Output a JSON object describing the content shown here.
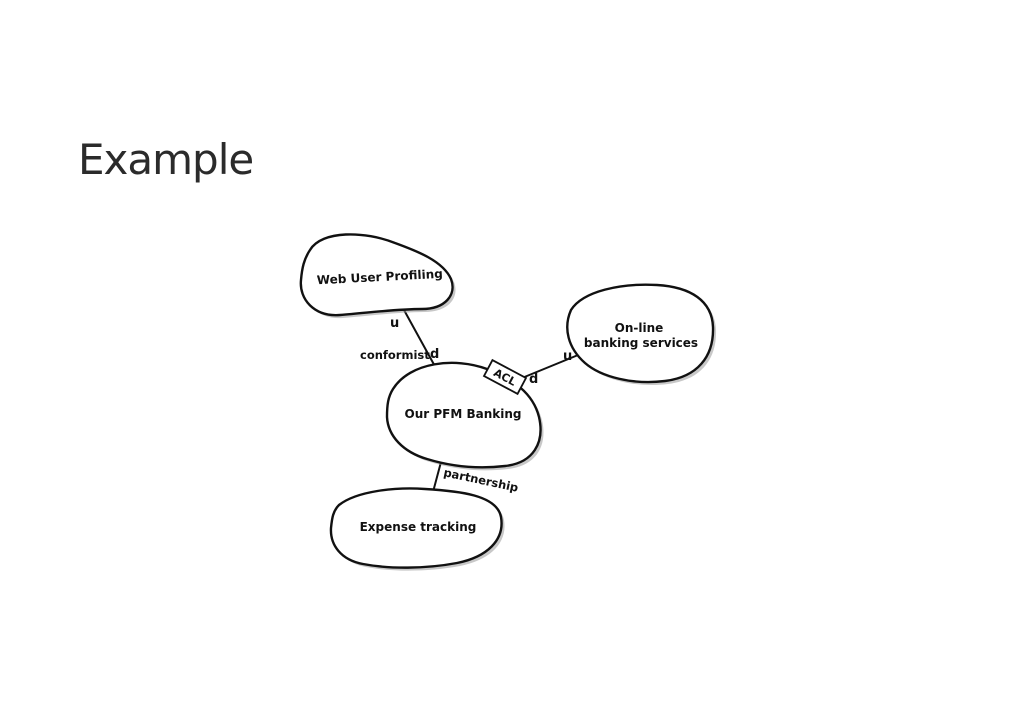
{
  "slide": {
    "title": "Example"
  },
  "diagram": {
    "contexts": {
      "web_user_profiling": "Web User Profiling",
      "online_banking_line1": "On-line",
      "online_banking_line2": "banking services",
      "pfm_banking": "Our PFM Banking",
      "expense_tracking": "Expense tracking"
    },
    "relationships": {
      "conformist": "conformist",
      "partnership": "partnership",
      "acl": "ACL",
      "upstream_profiling": "u",
      "downstream_profiling": "d",
      "upstream_online": "u",
      "downstream_online": "d"
    }
  }
}
